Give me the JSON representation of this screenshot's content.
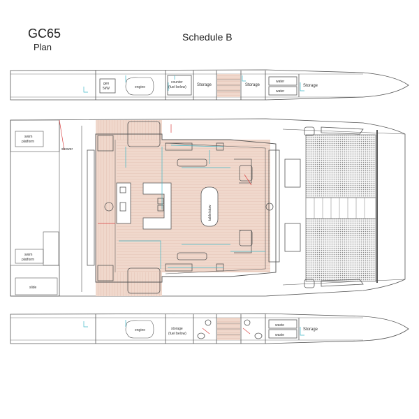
{
  "header": {
    "model": "GC65",
    "subtitle": "Plan",
    "schedule": "Schedule B"
  },
  "upper_hull": {
    "gen": "gen",
    "gen_power": "5kW",
    "engine": "engine",
    "counter": "counter",
    "counter_note": "(fuel below)",
    "storage_1": "Storage",
    "storage_2": "Storage",
    "water_1": "water",
    "water_2": "water",
    "storage_bow": "Storage"
  },
  "deck": {
    "swim_platform_top_1": "swim",
    "swim_platform_top_2": "platform",
    "shower": "shower",
    "swim_platform_bottom_1": "swim",
    "swim_platform_bottom_2": "platform",
    "slide": "slide",
    "table": "table/stow"
  },
  "lower_hull": {
    "engine": "engine",
    "storage": "storage",
    "storage_note": "(fuel below)",
    "waste_1": "waste",
    "waste_2": "waste",
    "storage_bow": "Storage"
  },
  "colors": {
    "outline": "#555555",
    "teak": "#e8c8b8",
    "teak_line": "#d4a898",
    "accent_cyan": "#40b8c8",
    "accent_red": "#d84040",
    "net": "#9a9a9a"
  }
}
